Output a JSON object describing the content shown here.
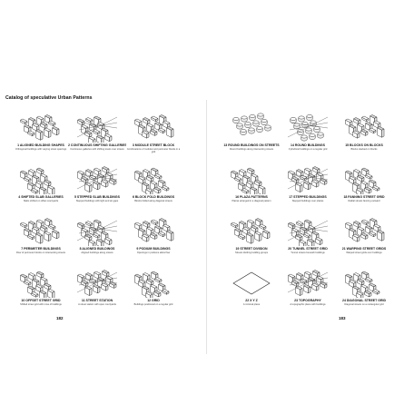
{
  "spread": {
    "title": "Catalog of speculative Urban Patterns",
    "left_page_number": "182",
    "right_page_number": "183"
  },
  "left_entries": [
    {
      "title": "1 ALIGNED BUILDING SHAPES",
      "desc": "Orthogonal buildings with varying street spacings"
    },
    {
      "title": "2 CONTINUOUS SHIFTING GALLERIES",
      "desc": "Continuous galleries with shifting levels over streets"
    },
    {
      "title": "3 MODULE STREET BLOCK",
      "desc": "Combinations of modular and perimeter blocks in a grid"
    },
    {
      "title": "4 SHIFTED SLAB GALLERIES",
      "desc": "Slabs shifted on offset courtyards"
    },
    {
      "title": "5 STEPPED SLAB BUILDINGS",
      "desc": "Stepped buildings with light and air gaps"
    },
    {
      "title": "6 BLOCK FOLD BUILDINGS",
      "desc": "Blocks folded along diagonal streets"
    },
    {
      "title": "7 PERIMETER BUILDINGS",
      "desc": "Row of perimeter blocks on intersecting streets"
    },
    {
      "title": "8 ALIGNED BUILDINGS",
      "desc": "Aligned buildings along streets"
    },
    {
      "title": "9 PODIUM BUILDINGS",
      "desc": "Openings in podiums allow flow"
    },
    {
      "title": "10 OFFSET STREET GRID",
      "desc": "Shifted street grid with rows of buildings"
    },
    {
      "title": "11 STREET STATION",
      "desc": "A street station with open courtyards"
    },
    {
      "title": "12 GRID",
      "desc": "Buildings positioned on a regular grid"
    }
  ],
  "right_entries": [
    {
      "title": "13 ROUND BUILDINGS ON STREETS",
      "desc": "Round buildings along intersecting streets"
    },
    {
      "title": "14 ROUND BUILDINGS",
      "desc": "Cylindrical buildings on a regular grid"
    },
    {
      "title": "15 BLOCKS ON BLOCKS",
      "desc": "Blocks stacked on blocks"
    },
    {
      "title": "16 PLAZA PATTERNS",
      "desc": "Plazas arranged in a diagonal pattern"
    },
    {
      "title": "17 STEPPED BUILDINGS",
      "desc": "Stepped buildings over plazas"
    },
    {
      "title": "18 FANNING STREET GRID",
      "desc": "Radial streets fanning outward"
    },
    {
      "title": "19 STREET DIVISION",
      "desc": "Streets dividing building groups"
    },
    {
      "title": "20 TUNNEL STREET GRID",
      "desc": "Tunnel streets beneath buildings"
    },
    {
      "title": "21 WARPING STREET GRIDS",
      "desc": "Warped street grids over buildings"
    },
    {
      "title": "22 X Y Z",
      "desc": "A minimal plane"
    },
    {
      "title": "23 TOPOGRAPHY",
      "desc": "A topographic plane with buildings"
    },
    {
      "title": "24 DIAGONAL STREET GRID",
      "desc": "Diagonal streets on a rectangular grid"
    }
  ]
}
